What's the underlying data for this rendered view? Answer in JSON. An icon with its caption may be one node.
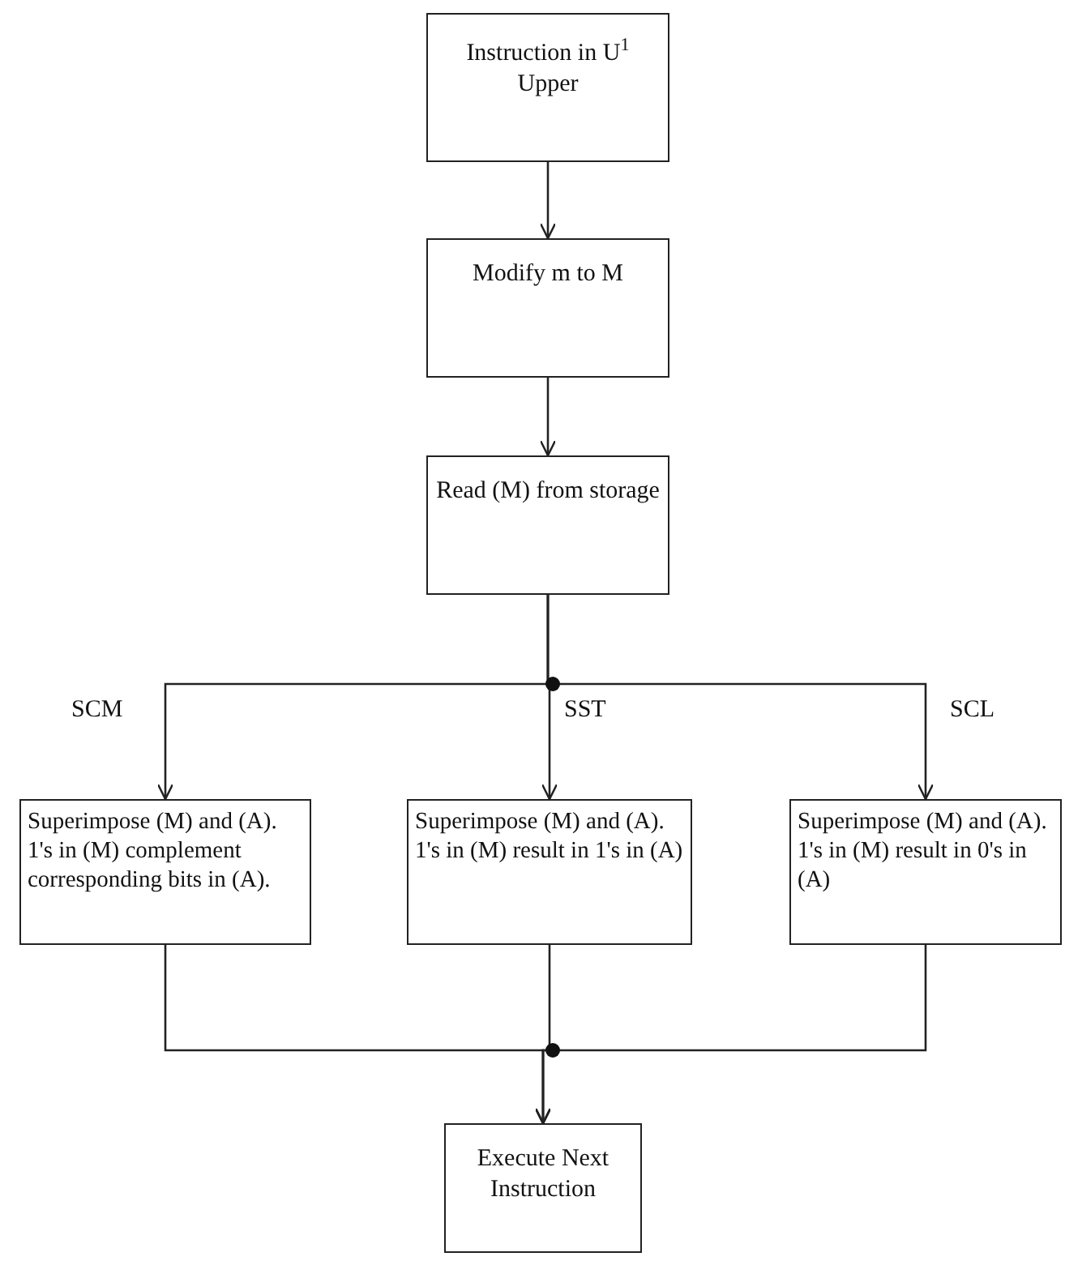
{
  "diagram": {
    "nodes": [
      {
        "text": [
          "Instruction in U$^{1}$ Upper"
        ]
      },
      {
        "text": [
          "Modify m to M"
        ]
      },
      {
        "text": [
          "Read (M) from storage"
        ]
      },
      {
        "text": [
          "Superimpose (M) and (A).  1's in (M) complement corresponding bits in (A)."
        ]
      },
      {
        "text": [
          "Superimpose (M) and (A).  1's in (M) result in 1's in (A)"
        ]
      },
      {
        "text": [
          "Superimpose (M) and (A).  1's in (M) result in 0's in (A)"
        ]
      },
      {
        "text": [
          "Execute Next Instruction"
        ]
      }
    ],
    "edges": [
      {
        "from": 0,
        "to": 1,
        "arrow": "to"
      },
      {
        "from": 1,
        "to": 2,
        "arrow": "to"
      },
      {
        "from": 2,
        "to": 3,
        "arrow": "to",
        "label": "SCM"
      },
      {
        "from": 2,
        "to": 4,
        "arrow": "to",
        "label": "SST"
      },
      {
        "from": 2,
        "to": 5,
        "arrow": "to",
        "label": "SCL"
      },
      {
        "from": 3,
        "to": 6,
        "arrow": "to"
      },
      {
        "from": 4,
        "to": 6,
        "arrow": "to"
      },
      {
        "from": 5,
        "to": 6,
        "arrow": "to"
      }
    ]
  }
}
